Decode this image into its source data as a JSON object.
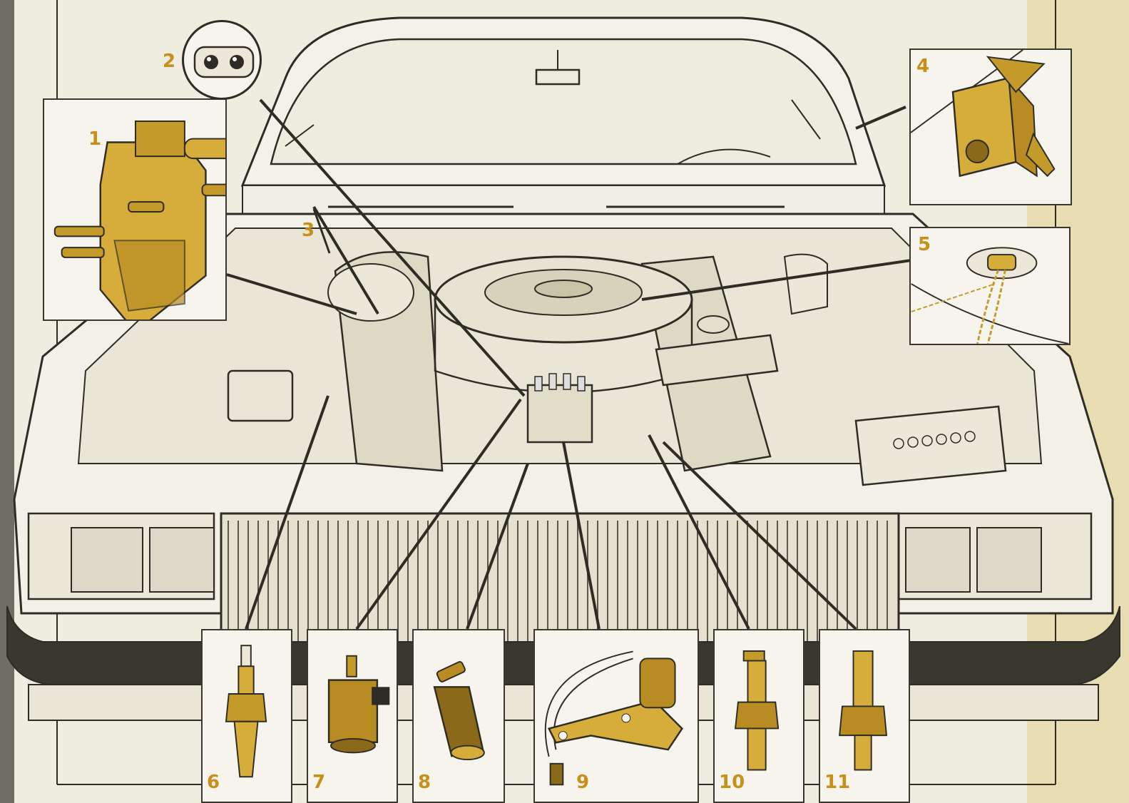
{
  "diagram": {
    "callouts": [
      {
        "number": "1",
        "part_icon": "vacuum-switch-valve-icon"
      },
      {
        "number": "2",
        "part_icon": "twin-terminal-switch-icon"
      },
      {
        "number": "3",
        "part_icon": "dipstick-pointer-icon"
      },
      {
        "number": "4",
        "part_icon": "throttle-position-sensor-icon"
      },
      {
        "number": "5",
        "part_icon": "air-temperature-sensor-icon"
      },
      {
        "number": "6",
        "part_icon": "coolant-temperature-sensor-icon"
      },
      {
        "number": "7",
        "part_icon": "vacuum-solenoid-icon"
      },
      {
        "number": "8",
        "part_icon": "angled-vacuum-sensor-icon"
      },
      {
        "number": "9",
        "part_icon": "distributor-sensor-bracket-icon"
      },
      {
        "number": "10",
        "part_icon": "temperature-switch-icon"
      },
      {
        "number": "11",
        "part_icon": "temperature-sender-icon"
      }
    ],
    "colors": {
      "label": "#c8901a",
      "part_fill": "#d6ad3a",
      "part_shade": "#8a6a18",
      "ink": "#2e2c24",
      "paper": "#efece0",
      "sepia_stain": "#d9c27a"
    }
  }
}
